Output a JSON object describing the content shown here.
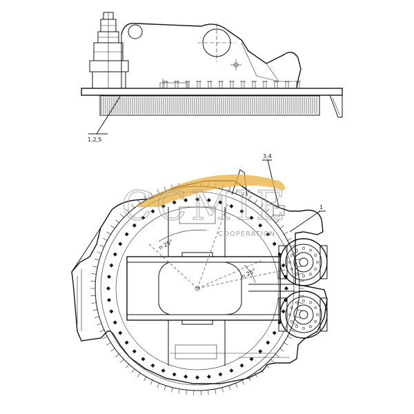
{
  "watermark": {
    "brand_text": "CCMIE",
    "subtitle": "COOPERATION",
    "swoosh_color": "#e8b040",
    "text_color": "#9a9a9a"
  },
  "top_view": {
    "callout_label": "1,2,5"
  },
  "bottom_view": {
    "callout_top_label": "3,4",
    "callout_right_label": "1",
    "angle_label_left": "n 25°",
    "angle_label_right": "n 25°"
  },
  "colors": {
    "line": "#111111",
    "background": "#ffffff"
  }
}
